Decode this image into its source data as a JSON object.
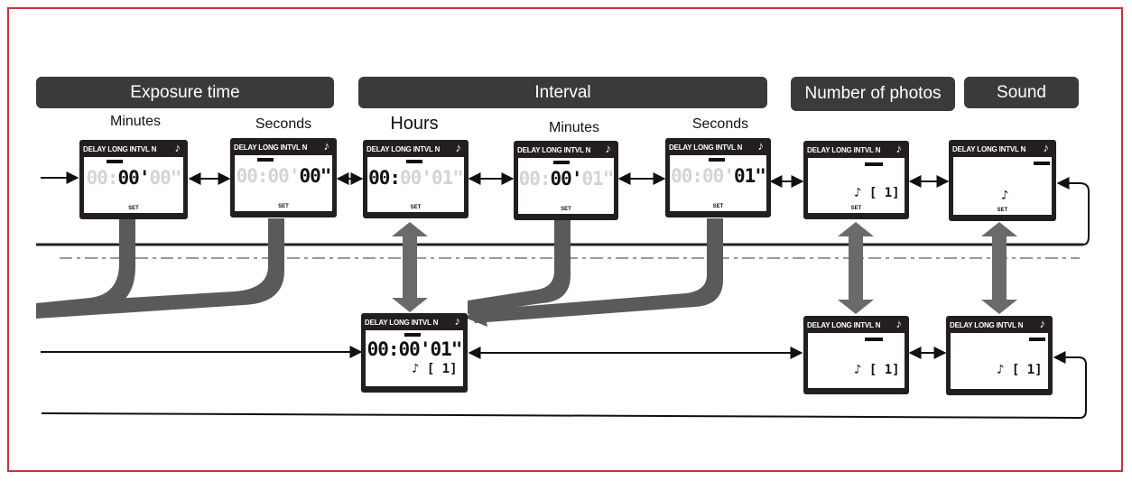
{
  "headers": {
    "exposure_time": "Exposure time",
    "interval": "Interval",
    "number_of_photos": "Number of photos",
    "sound": "Sound"
  },
  "sublabels": {
    "exposure_minutes": "Minutes",
    "exposure_seconds": "Seconds",
    "interval_hours": "Hours",
    "interval_minutes": "Minutes",
    "interval_seconds": "Seconds"
  },
  "lcd": {
    "mode_text": "DELAY LONG INTVL N",
    "note_icon": "♪",
    "set_text": "SET",
    "screens": {
      "exposure_minutes": {
        "hh": "00",
        "mm": "00",
        "ss": "00",
        "active": "mm"
      },
      "exposure_seconds": {
        "hh": "00",
        "mm": "00",
        "ss": "00",
        "active": "ss"
      },
      "interval_hours": {
        "hh": "00",
        "mm": "00",
        "ss": "01",
        "active": "hh"
      },
      "interval_minutes": {
        "hh": "00",
        "mm": "00",
        "ss": "01",
        "active": "mm"
      },
      "interval_seconds": {
        "hh": "00",
        "mm": "00",
        "ss": "01",
        "active": "ss"
      },
      "interval_result": {
        "hh": "00",
        "mm": "00",
        "ss": "01",
        "active": "all"
      }
    },
    "count_text": "♪ [   1]"
  },
  "colors": {
    "frame": "#c8323c",
    "header_bg": "#3a3a3a",
    "lcd_body": "#231f20",
    "band": "#5a5a5a"
  }
}
